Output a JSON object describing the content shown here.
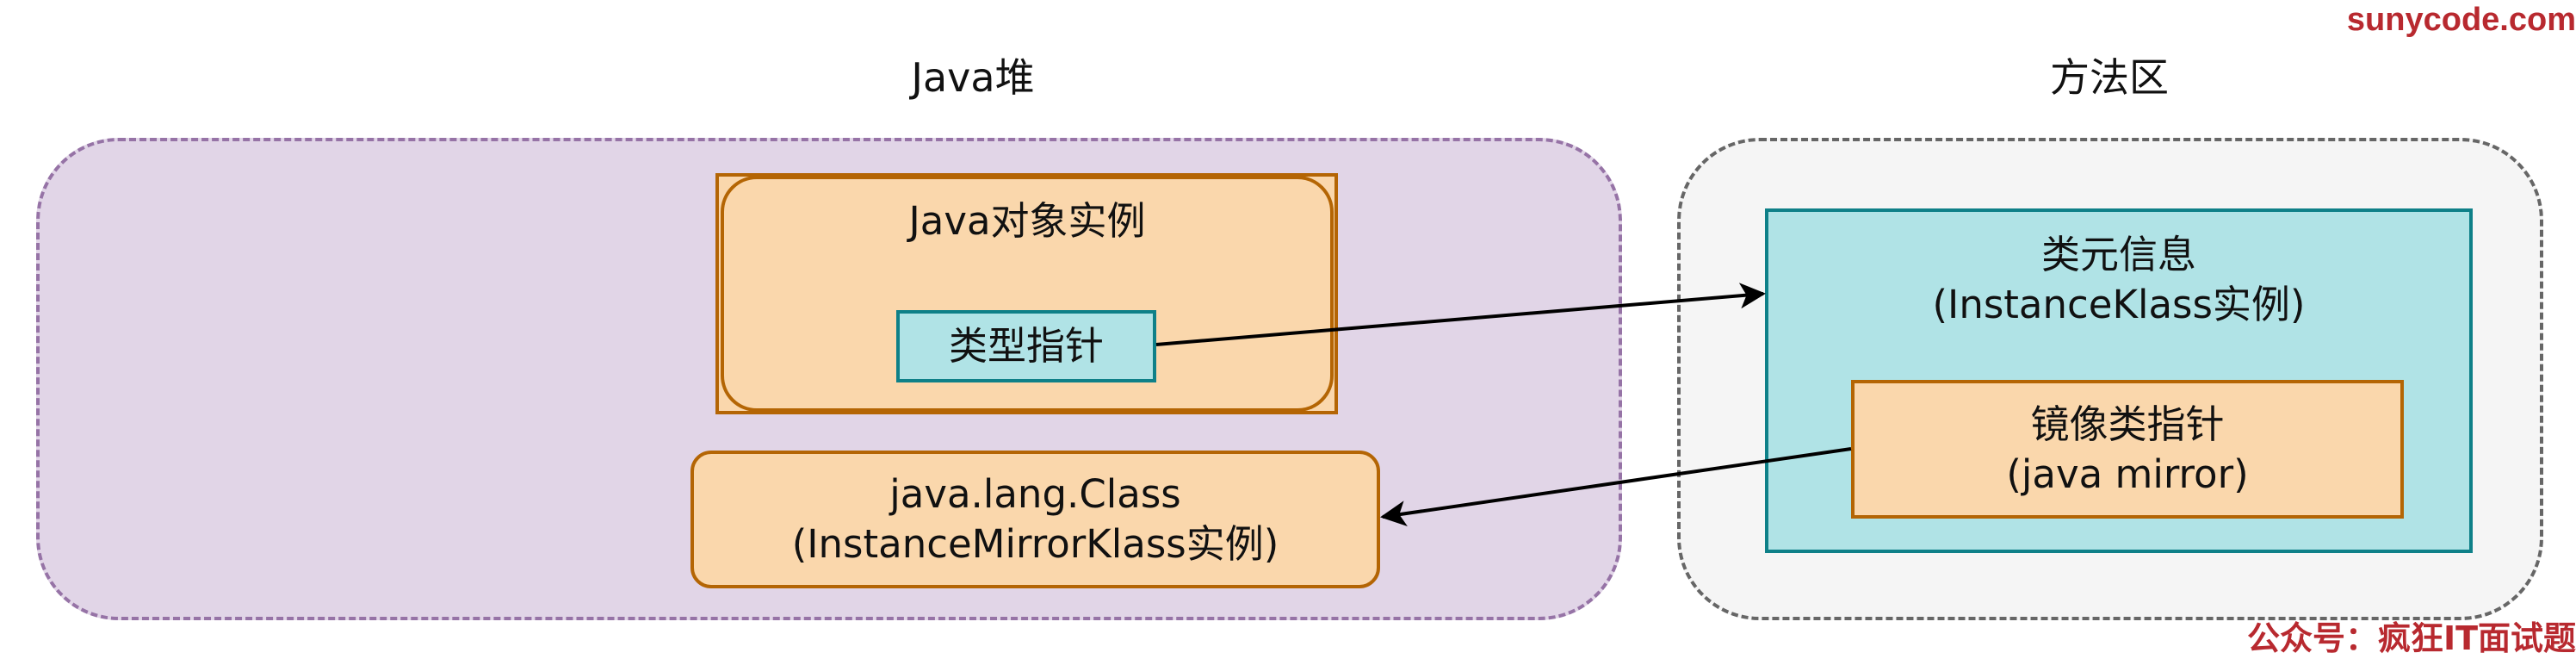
{
  "watermark": {
    "site": "sunycode.com",
    "account": "公众号：疯狂IT面试题"
  },
  "regions": {
    "heap": {
      "title": "Java堆"
    },
    "method_area": {
      "title": "方法区"
    }
  },
  "nodes": {
    "java_object": {
      "title": "Java对象实例"
    },
    "type_pointer": {
      "label": "类型指针"
    },
    "java_lang_class": {
      "line1": "java.lang.Class",
      "line2": "(InstanceMirrorKlass实例)"
    },
    "class_metadata": {
      "line1": "类元信息",
      "line2": "(InstanceKlass实例)"
    },
    "mirror_pointer": {
      "line1": "镜像类指针",
      "line2": "(java mirror)"
    }
  },
  "colors": {
    "heap_fill": "#e1d5e7",
    "heap_stroke": "#9673a6",
    "method_fill": "#f5f5f5",
    "method_stroke": "#666666",
    "orange_fill": "#fad7ac",
    "orange_stroke": "#b46504",
    "teal_fill": "#b0e3e6",
    "teal_stroke": "#0e8088",
    "watermark": "#b8292f"
  }
}
